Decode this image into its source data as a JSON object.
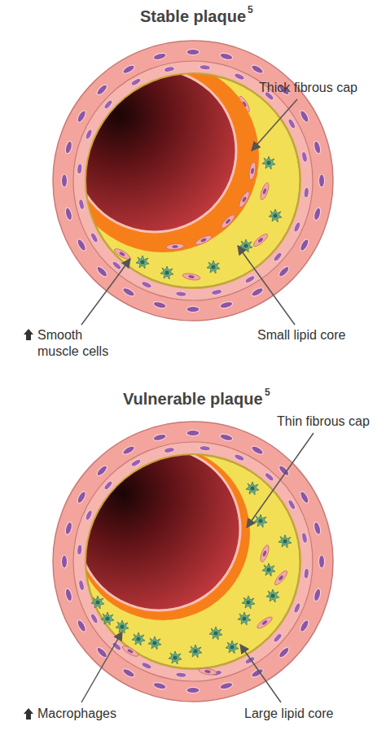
{
  "diagram": {
    "labels": [
      "Stable plaque",
      "5",
      "Thick fibrous cap",
      "Smooth muscle cells",
      "Small lipid core",
      "Vulnerable plaque",
      "5",
      "Thin fibrous cap",
      "Macrophages",
      "Large lipid core"
    ]
  }
}
